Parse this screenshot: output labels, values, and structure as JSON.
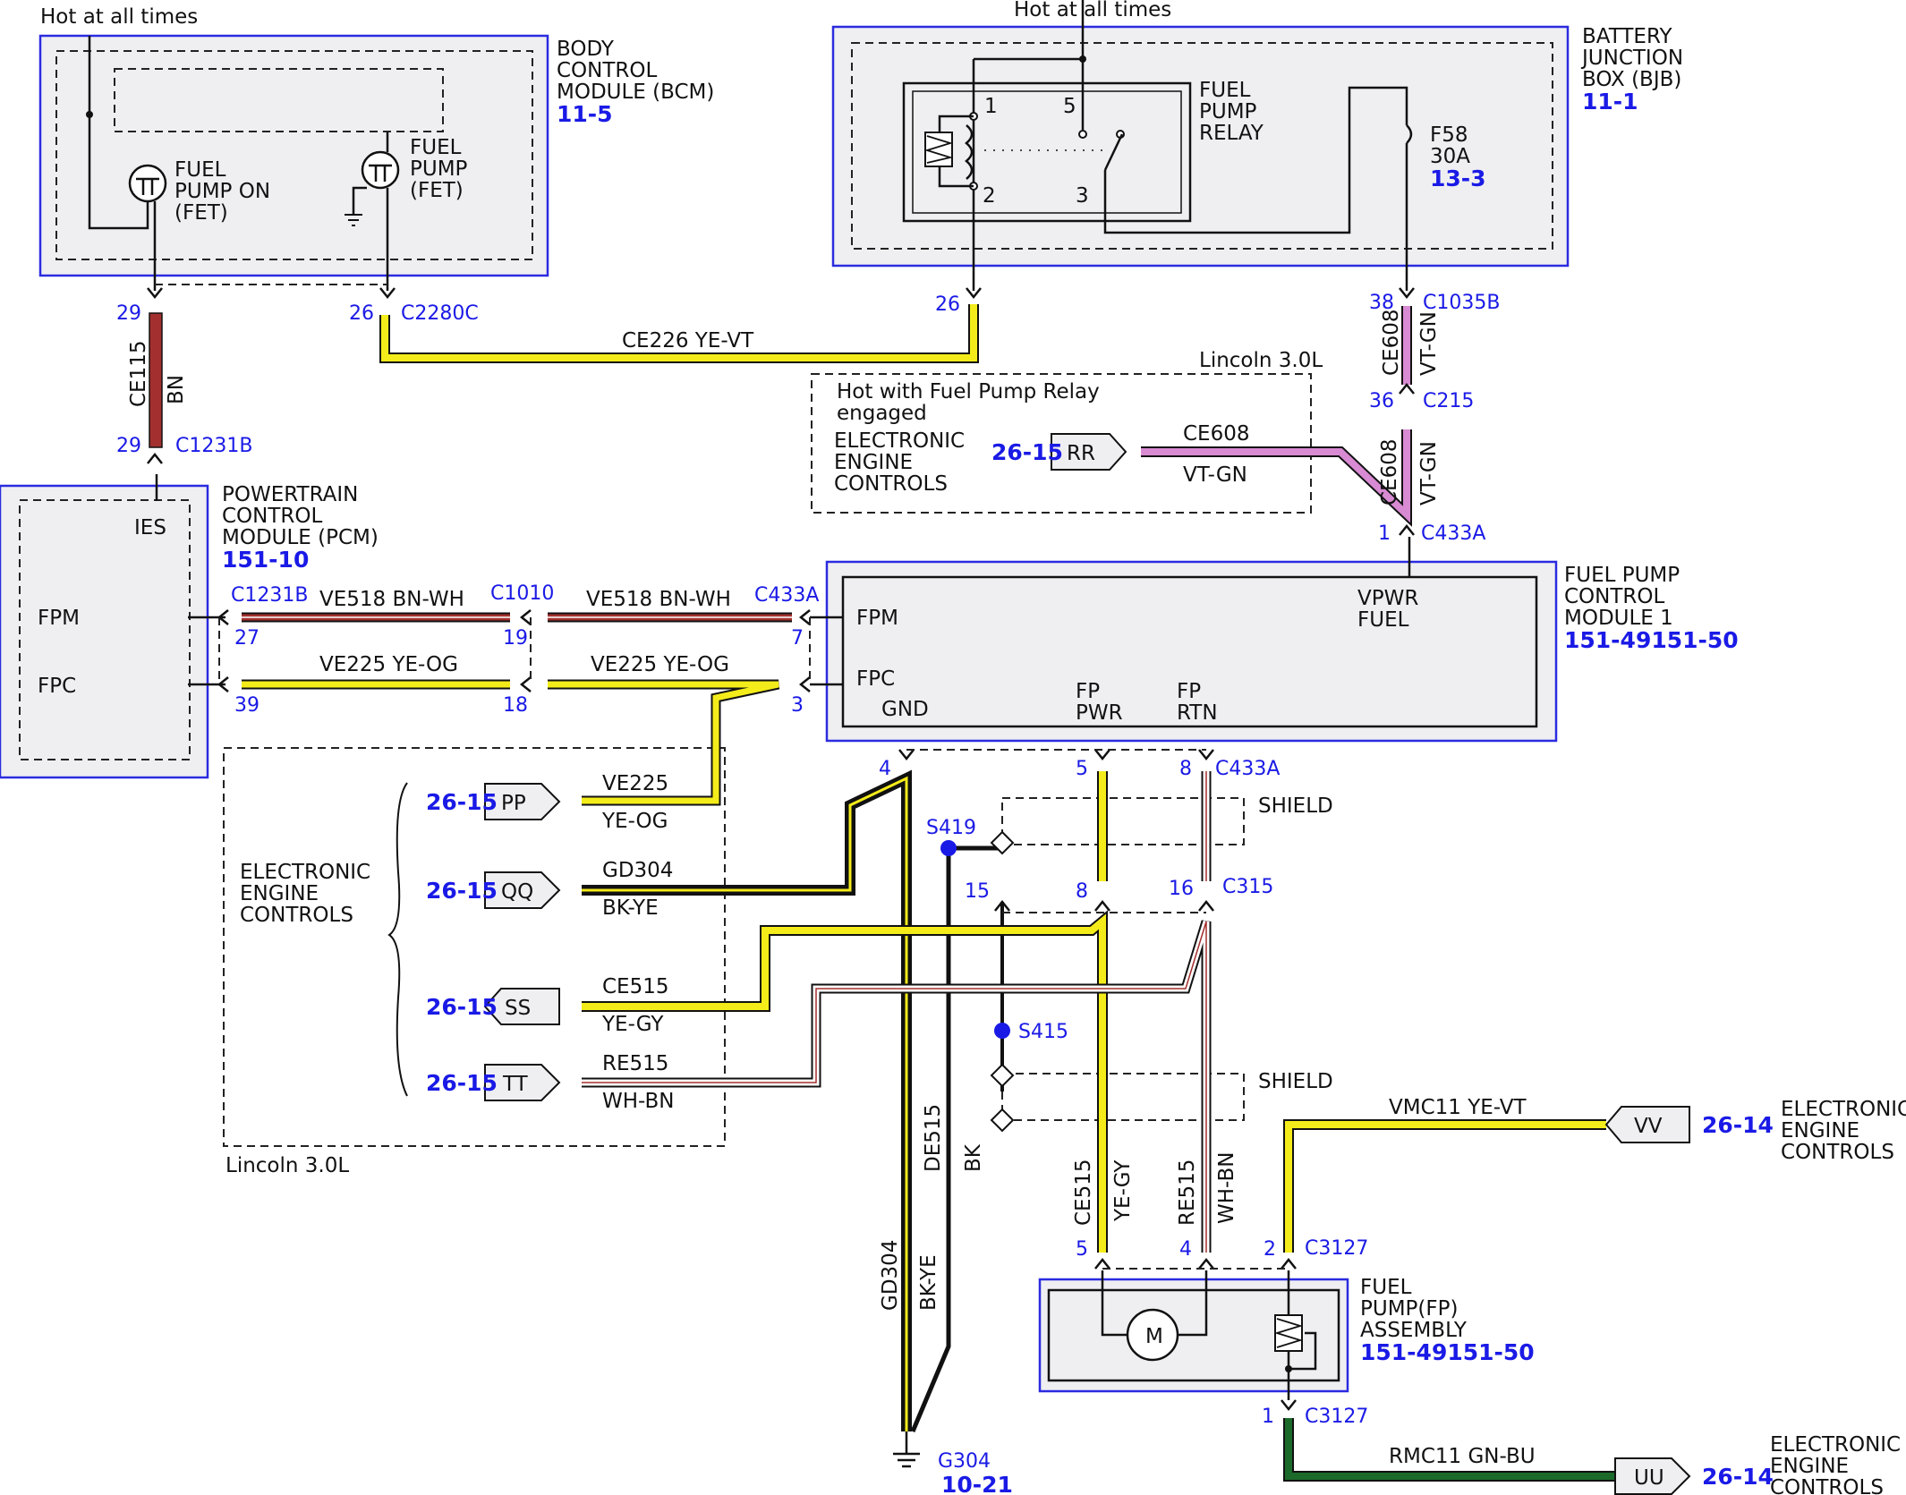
{
  "hot_left": "Hot at all times",
  "hot_right": "Hot at all times",
  "bcm": {
    "l1": "BODY",
    "l2": "CONTROL",
    "l3": "MODULE (BCM)",
    "ref": "11-5",
    "fet_on": [
      "FUEL",
      "PUMP ON",
      "(FET)"
    ],
    "fet_pump": [
      "FUEL",
      "PUMP",
      "(FET)"
    ]
  },
  "bjb": {
    "l1": "BATTERY",
    "l2": "JUNCTION",
    "l3": "BOX (BJB)",
    "ref": "11-1",
    "relay": [
      "FUEL",
      "PUMP",
      "RELAY"
    ],
    "relay_pins": [
      "1",
      "5",
      "2",
      "3"
    ],
    "fuse": "F58",
    "fuse_amp": "30A",
    "fuse_ref": "13-3"
  },
  "pcm": {
    "l1": "POWERTRAIN",
    "l2": "CONTROL",
    "l3": "MODULE (PCM)",
    "ref": "151-10",
    "ies": "IES",
    "fpm": "FPM",
    "fpc": "FPC"
  },
  "fpcm": {
    "l1": "FUEL PUMP",
    "l2": "CONTROL",
    "l3": "MODULE 1",
    "ref": "151-49151-50",
    "fpm": "FPM",
    "fpc": "FPC",
    "gnd": "GND",
    "vpwr": "VPWR",
    "fuel": "FUEL",
    "fp": "FP",
    "pwr": "PWR",
    "fp2": "FP",
    "rtn": "RTN"
  },
  "fpa": {
    "l1": "FUEL",
    "l2": "PUMP(FP)",
    "l3": "ASSEMBLY",
    "ref": "151-49151-50",
    "motor": "M"
  },
  "lincoln_top": "Lincoln 3.0L",
  "lincoln_bottom": "Lincoln 3.0L",
  "hot_relay": [
    "Hot with Fuel Pump Relay",
    "engaged"
  ],
  "eec": [
    "ELECTRONIC",
    "ENGINE",
    "CONTROLS"
  ],
  "shield": "SHIELD",
  "connectors": {
    "c2280c": "C2280C",
    "c1231b_top": "C1231B",
    "c1035b": "C1035B",
    "c215": "C215",
    "c433a_top": "C433A",
    "c1231b": "C1231B",
    "c1010": "C1010",
    "c433a_mid": "C433A",
    "c433a_bot": "C433A",
    "c315": "C315",
    "c3127_top": "C3127",
    "c3127_bot": "C3127"
  },
  "pins": {
    "p29a": "29",
    "p26a": "26",
    "p26b": "26",
    "p29b": "29",
    "p38": "38",
    "p36": "36",
    "p1": "1",
    "p27": "27",
    "p39": "39",
    "p19": "19",
    "p18": "18",
    "p7": "7",
    "p3": "3",
    "p4": "4",
    "p5a": "5",
    "p8a": "8",
    "p15": "15",
    "p8b": "8",
    "p16": "16",
    "p5b": "5",
    "p4b": "4",
    "p2": "2",
    "p1b": "1"
  },
  "wires": {
    "ce226": "CE226  YE-VT",
    "ce115": "CE115",
    "bn": "BN",
    "ce608a": "CE608",
    "vtgn_a": "VT-GN",
    "ce608b": "CE608",
    "vtgn_b": "VT-GN",
    "ce608c": "CE608",
    "vtgn_c": "VT-GN",
    "ve518a": "VE518  BN-WH",
    "ve518b": "VE518  BN-WH",
    "ve225a": "VE225  YE-OG",
    "ve225b": "VE225  YE-OG",
    "ve225c": "VE225",
    "yeog": "YE-OG",
    "gd304": "GD304",
    "bkye": "BK-YE",
    "ce515": "CE515",
    "yegy": "YE-GY",
    "re515": "RE515",
    "whbn": "WH-BN",
    "de515": "DE515",
    "bk": "BK",
    "gd304v": "GD304",
    "bkyev": "BK-YE",
    "ce515v": "CE515",
    "yegyv": "YE-GY",
    "re515v": "RE515",
    "whbnv": "WH-BN",
    "vmc11": "VMC11  YE-VT",
    "rmc11": "RMC11  GN-BU"
  },
  "tags": {
    "rr": "RR",
    "pp": "PP",
    "qq": "QQ",
    "ss": "SS",
    "tt": "TT",
    "vv": "VV",
    "uu": "UU"
  },
  "refs": {
    "r_rr": "26-15",
    "r_pp": "26-15",
    "r_qq": "26-15",
    "r_ss": "26-15",
    "r_tt": "26-15",
    "r_vv": "26-14",
    "r_uu": "26-14"
  },
  "splices": {
    "s419": "S419",
    "s415": "S415"
  },
  "ground": {
    "g304": "G304",
    "ref": "10-21"
  },
  "colors": {
    "module_border": "#2b2be0",
    "pin_text": "#1a1ae6",
    "yellow": "#f4ec1a",
    "brown_red": "#a3302e",
    "violet": "#d88ad2",
    "green": "#1c6a2a",
    "white": "#ffffff",
    "black": "#111111"
  }
}
